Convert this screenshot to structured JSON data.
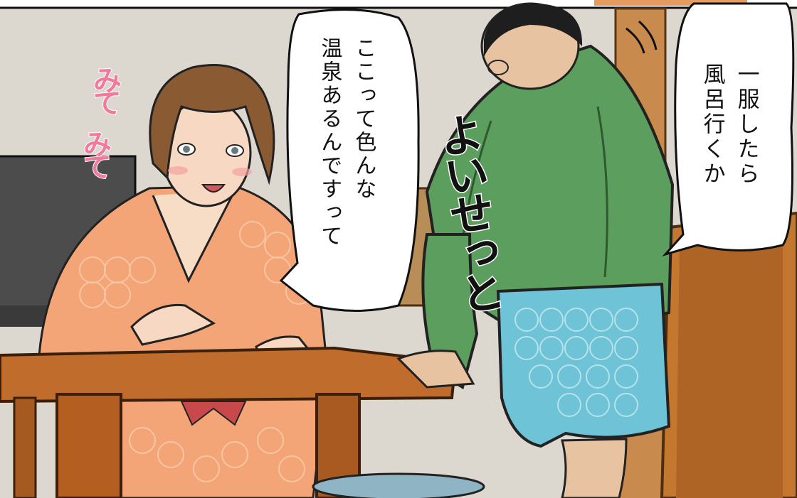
{
  "speech_left": {
    "col1": "ここって色んな",
    "col2": "温泉あるんですって"
  },
  "speech_right": {
    "col1": "一服したら",
    "col2": "風呂行くか"
  },
  "sfx": {
    "yoisetto": "よいせっと",
    "mite_1": "みて",
    "mite_2": "みて"
  },
  "colors": {
    "wall": "#ddd8cf",
    "yukata_woman": "#f4a577",
    "yukata_man": "#5c9e5e",
    "shorts": "#6ec3d6",
    "table_wood": "#b9652a",
    "sfx_pink": "#f07a9c"
  }
}
